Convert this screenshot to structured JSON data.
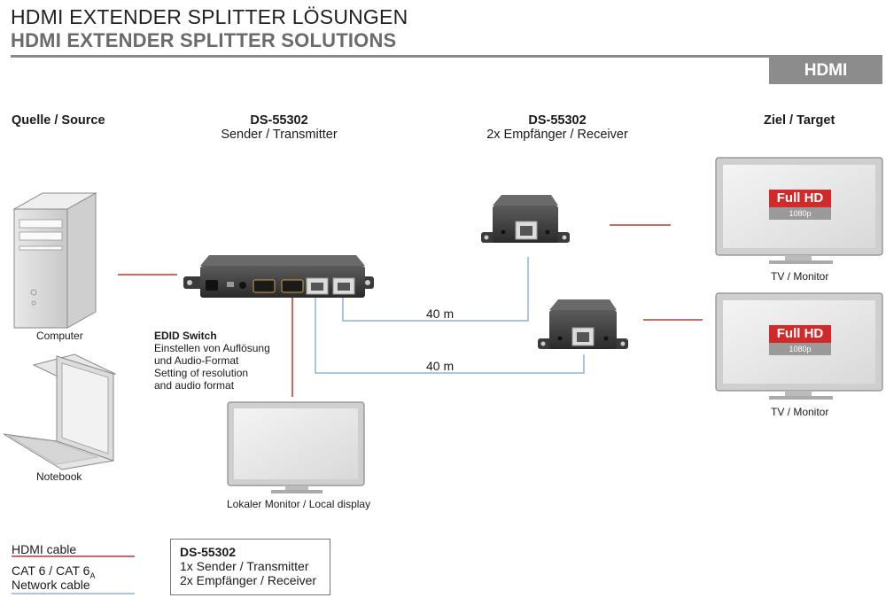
{
  "header": {
    "title_de": "HDMI EXTENDER SPLITTER LÖSUNGEN",
    "title_en": "HDMI EXTENDER SPLITTER SOLUTIONS",
    "badge": "HDMI"
  },
  "columns": {
    "source": "Quelle / Source",
    "sender_model": "DS-55302",
    "sender_role": "Sender / Transmitter",
    "receiver_model": "DS-55302",
    "receiver_role": "2x Empfänger / Receiver",
    "target": "Ziel / Target"
  },
  "devices": {
    "computer": "Computer",
    "notebook": "Notebook",
    "local_display": "Lokaler Monitor / Local display",
    "tv1": "TV / Monitor",
    "tv2": "TV / Monitor",
    "tv_badge": "Full HD",
    "tv_badge_sub": "1080p"
  },
  "edid": {
    "title": "EDID Switch",
    "line1": "Einstellen von Auflösung",
    "line2": "und Audio-Format",
    "line3": "Setting of resolution",
    "line4": "and audio format"
  },
  "cables": {
    "dist1": "40 m",
    "dist2": "40 m"
  },
  "legend": {
    "hdmi": "HDMI cable",
    "cat_prefix": "CAT 6 / CAT 6",
    "cat_sub": "A",
    "network": "Network cable"
  },
  "infobox": {
    "model": "DS-55302",
    "line1": "1x Sender / Transmitter",
    "line2": "2x Empfänger / Receiver"
  },
  "colors": {
    "hdmi_cable": "#c0392b",
    "network_cable": "#8fb4d8",
    "badge": "#8c8c8c",
    "fullhd_red": "#d02a2a"
  }
}
